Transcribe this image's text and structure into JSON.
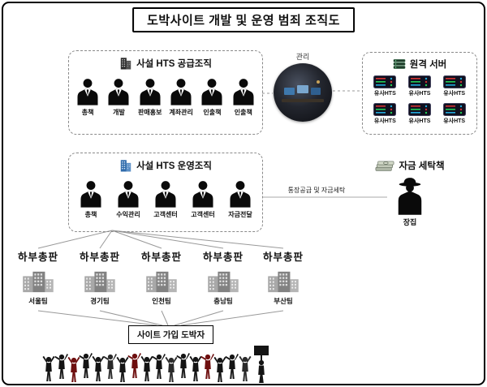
{
  "title": "도박사이트 개발 및 운영 범죄 조직도",
  "supply_org": {
    "label": "사설 HTS 공급조직",
    "members": [
      "총책",
      "개발",
      "판매홍보",
      "계좌관리",
      "인출책",
      "인출책"
    ]
  },
  "management": {
    "label": "관리"
  },
  "remote_server": {
    "label": "원격 서버",
    "servers": [
      "유사HTS",
      "유사HTS",
      "유사HTS",
      "유사HTS",
      "유사HTS",
      "유사HTS"
    ]
  },
  "operating_org": {
    "label": "사설 HTS 운영조직",
    "members": [
      "총책",
      "수익관리",
      "고객센터",
      "고객센터",
      "자금전달"
    ]
  },
  "money_laundering": {
    "label": "자금 세탁책",
    "person": "장집",
    "connection": "통장공급 및 자금세탁"
  },
  "distributors": {
    "label": "하부총판",
    "regions": [
      "서울팀",
      "경기팀",
      "인천팀",
      "충남팀",
      "부산팀"
    ]
  },
  "gamblers": {
    "label": "사이트 가입 도박자"
  },
  "colors": {
    "accent_blue": "#2f6bab",
    "silhouette": "#0a0a0a",
    "line": "#9a9a9a"
  }
}
